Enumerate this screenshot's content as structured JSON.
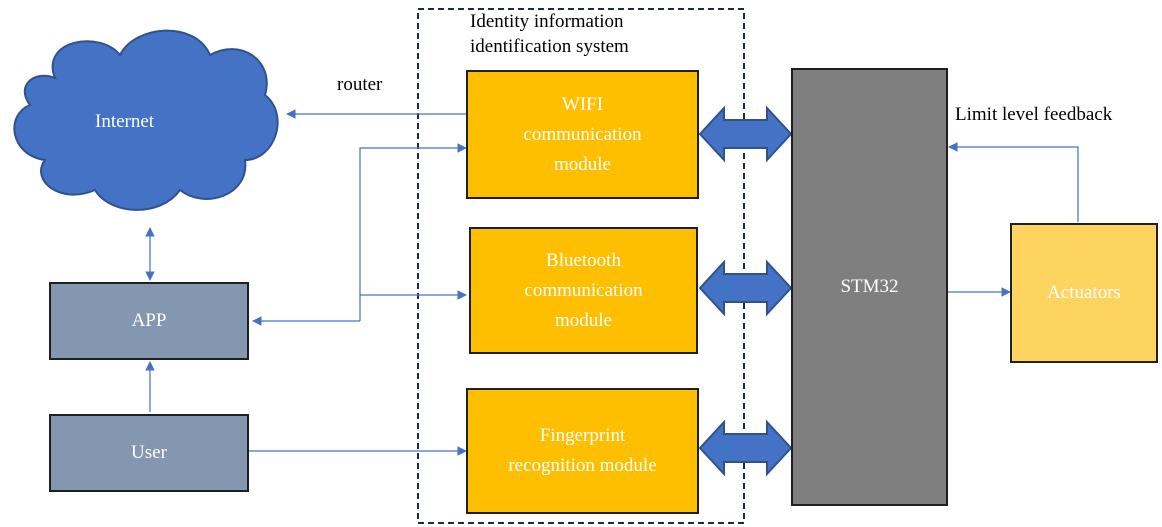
{
  "diagram": {
    "internet": "Internet",
    "app": "APP",
    "user": "User",
    "router": "router",
    "id_system": "Identity information\nidentification system",
    "wifi_module": "WIFI\ncommunication\nmodule",
    "bluetooth_module": "Bluetooth\ncommunication\nmodule",
    "fingerprint_module": "Fingerprint\nrecognition module",
    "controller": "STM32",
    "actuators": "Actuators",
    "feedback": "Limit level feedback"
  },
  "colors": {
    "cloud": "#4472c4",
    "module": "#fdbf00",
    "controller": "#7f7f7f",
    "app_user": "#8497b0",
    "actuators": "#fdd460",
    "connector": "#4472c4"
  }
}
